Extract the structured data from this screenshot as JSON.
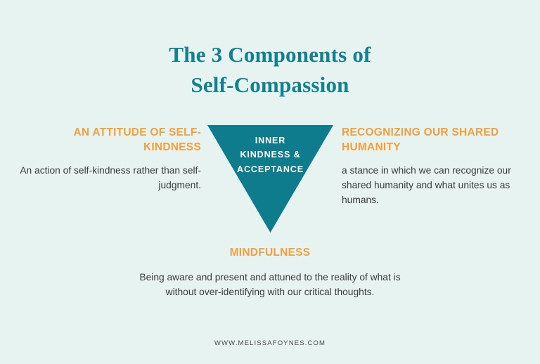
{
  "theme": {
    "background": "#e6f3f1",
    "teal": "#0e7c8c",
    "title_teal": "#11808f",
    "orange": "#f2a03c",
    "body_text": "#3b3b3b",
    "triangle_text": "#ffffff",
    "footer_text": "#4a4a4a"
  },
  "title": {
    "line1": "The 3 Components of",
    "line2": "Self-Compassion"
  },
  "center": {
    "shape": "inverted-triangle",
    "label_line1": "INNER",
    "label_line2": "KINDNESS &",
    "label_line3": "ACCEPTANCE"
  },
  "components": [
    {
      "id": "self-kindness",
      "position": "left",
      "heading": "AN ATTITUDE OF SELF-KINDNESS",
      "body": "An action of self-kindness rather than self-judgment."
    },
    {
      "id": "shared-humanity",
      "position": "right",
      "heading": "RECOGNIZING OUR SHARED HUMANITY",
      "body": "a stance in which we can recognize our shared humanity and what unites us as humans."
    },
    {
      "id": "mindfulness",
      "position": "bottom",
      "heading": "MINDFULNESS",
      "body": "Being aware and present and attuned to the reality of what is without over-identifying with our critical thoughts."
    }
  ],
  "footer": {
    "website": "WWW.MELISSAFOYNES.COM"
  }
}
